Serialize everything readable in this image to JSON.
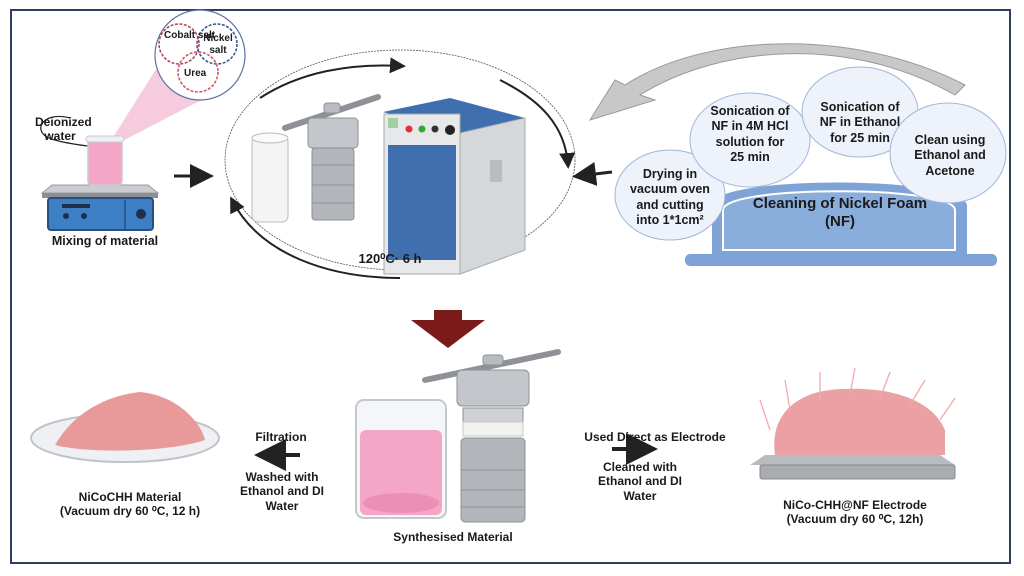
{
  "diagram": {
    "title_hidden": "",
    "mixing": {
      "solvent_label": "Deionized water",
      "caption": "Mixing of material",
      "venn": [
        "Cobalt salt",
        "Nickel salt",
        "Urea"
      ]
    },
    "hydrothermal": {
      "condition_label": "120⁰C· 6 h"
    },
    "cleaning": {
      "title_line1": "Cleaning of Nickel Foam",
      "title_line2": "(NF)",
      "steps": [
        {
          "line1": "Drying in",
          "line2": "vacuum oven",
          "line3": "and cutting",
          "line4": "into 1*1cm²"
        },
        {
          "line1": "Sonication of",
          "line2": "NF in 4M HCl",
          "line3": "solution for",
          "line4": "25 min"
        },
        {
          "line1": "Sonication of",
          "line2": "NF in Ethanol",
          "line3": "for 25 min",
          "line4": ""
        },
        {
          "line1": "Clean using",
          "line2": "Ethanol and",
          "line3": "Acetone",
          "line4": ""
        }
      ]
    },
    "synthesised": {
      "caption": "Synthesised Material"
    },
    "left_path": {
      "top_label": "Filtration",
      "bottom_line1": "Washed with",
      "bottom_line2": "Ethanol and DI",
      "bottom_line3": "Water",
      "product_line1": "NiCoCHH Material",
      "product_line2": "(Vacuum dry  60 ⁰C, 12 h)"
    },
    "right_path": {
      "top_label": "Used Direct as Electrode",
      "bottom_line1": "Cleaned with",
      "bottom_line2": "Ethanol and DI",
      "bottom_line3": "Water",
      "product_line1": "NiCo-CHH@NF Electrode",
      "product_line2": "(Vacuum dry 60 ⁰C, 12h)"
    },
    "colors": {
      "frame": "#2d3e5f",
      "down_arrow": "#7a1a1a",
      "foam_blue": "#7fa3d6",
      "bubble_fill": "#eef3fb",
      "bubble_stroke": "#9fb5da",
      "pink": "#e88fa0",
      "oven_blue": "#3f6fae"
    }
  }
}
